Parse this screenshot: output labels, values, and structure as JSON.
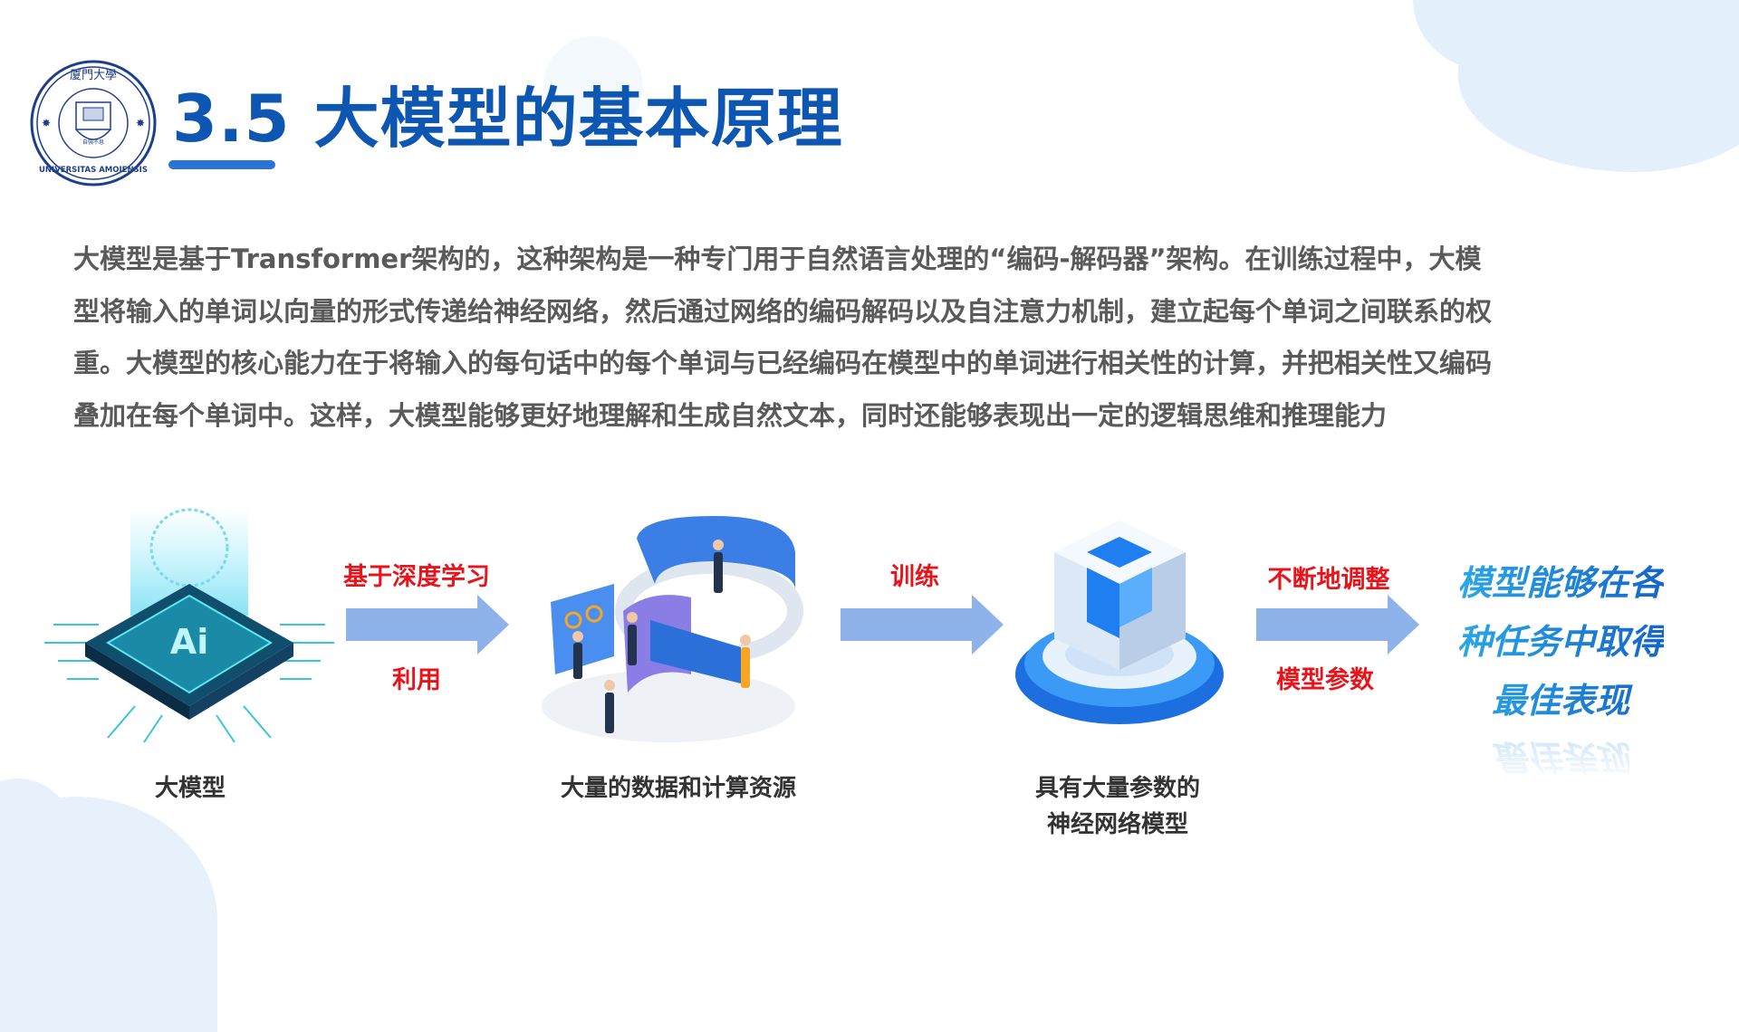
{
  "header": {
    "logo": {
      "text_top": "厦門大學",
      "text_bottom": "UNIVERSITAS AMOIENSIS",
      "motto": "自強不息"
    },
    "title": "3.5 大模型的基本原理"
  },
  "body": {
    "lines": [
      "大模型是基于Transformer架构的，这种架构是一种专门用于自然语言处理的“编码-解码器”架构。在训练过程中，大模",
      "型将输入的单词以向量的形式传递给神经网络，然后通过网络的编码解码以及自注意力机制，建立起每个单词之间联系的权",
      "重。大模型的核心能力在于将输入的每句话中的每个单词与已经编码在模型中的单词进行相关性的计算，并把相关性又编码",
      "叠加在每个单词中。这样，大模型能够更好地理解和生成自然文本，同时还能够表现出一定的逻辑思维和推理能力"
    ]
  },
  "flow": {
    "step1": {
      "caption": "大模型",
      "image": "ai-chip-icon",
      "chip_label": "Ai"
    },
    "arrow1": {
      "top": "基于深度学习",
      "bottom": "利用"
    },
    "step2": {
      "caption": "大量的数据和计算资源",
      "image": "data-people-illustration"
    },
    "arrow2": {
      "top": "训练"
    },
    "step3": {
      "caption_line1": "具有大量参数的",
      "caption_line2": "神经网络模型",
      "image": "cube-platform-illustration"
    },
    "arrow3": {
      "top": "不断地调整",
      "bottom": "模型参数"
    },
    "result": {
      "lines": [
        "模型能够在各",
        "种任务中取得",
        "最佳表现"
      ]
    }
  },
  "colors": {
    "title": "#0d57b3",
    "accent": "#2a74d8",
    "arrow": "#8db3ea",
    "label_red": "#e8141c",
    "body_text": "#5a5a5a"
  }
}
